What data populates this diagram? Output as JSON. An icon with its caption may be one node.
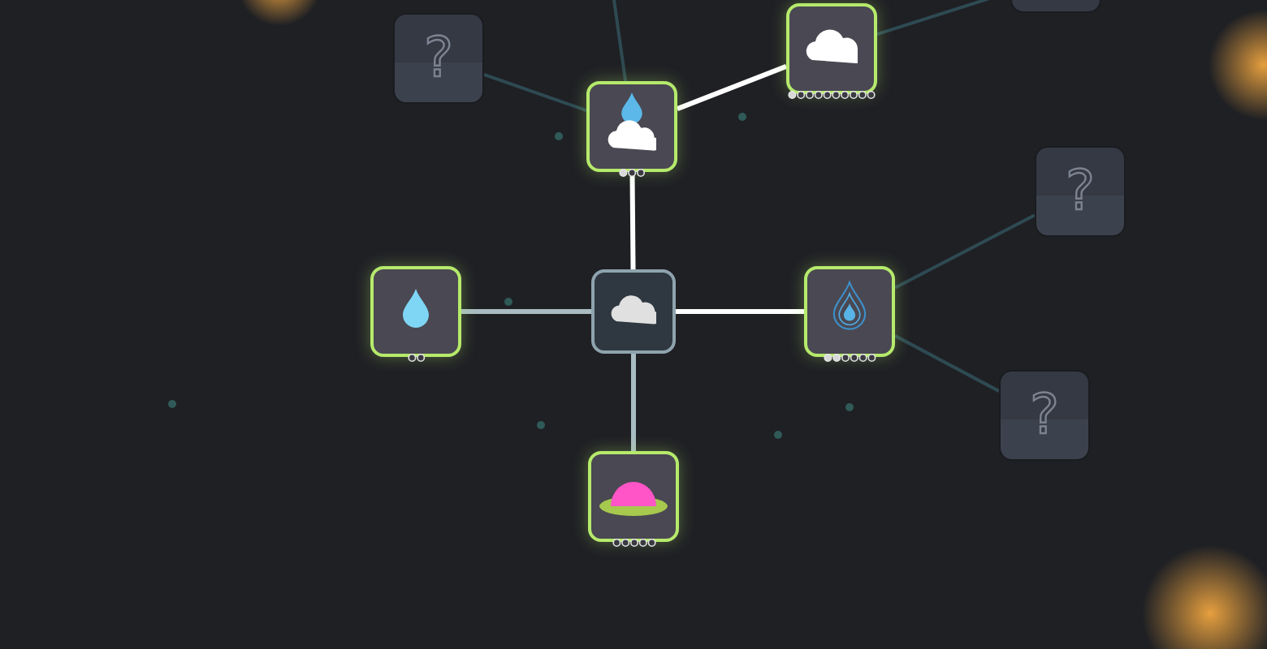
{
  "diagram": {
    "nodes": [
      {
        "text": [],
        "shape": "picture"
      },
      {
        "text": [],
        "shape": "picture"
      },
      {
        "text": [],
        "shape": "picture"
      },
      {
        "text": [],
        "shape": "picture"
      },
      {
        "text": [],
        "shape": "picture"
      },
      {
        "text": [],
        "shape": "picture"
      },
      {
        "text": [
          "?"
        ]
      },
      {
        "text": [
          "?"
        ]
      },
      {
        "text": [
          "?"
        ]
      },
      {
        "text": [],
        "shape": "box"
      }
    ],
    "edges": [
      {
        "from": 0,
        "to": 1,
        "arrow": "none",
        "color": "#ffffff"
      },
      {
        "from": 1,
        "to": 2,
        "arrow": "none",
        "color": "#ffffff"
      },
      {
        "from": 0,
        "to": 3,
        "arrow": "none",
        "color": "#a9bcc2"
      },
      {
        "from": 0,
        "to": 4,
        "arrow": "none",
        "color": "#ffffff"
      },
      {
        "from": 0,
        "to": 5,
        "arrow": "none",
        "color": "#a9bcc2"
      },
      {
        "from": 1,
        "to": 6,
        "arrow": "none"
      },
      {
        "from": 1,
        "to": null,
        "arrow": "none"
      },
      {
        "from": 2,
        "to": 9,
        "arrow": "none"
      },
      {
        "from": 4,
        "to": 7,
        "arrow": "none"
      },
      {
        "from": 4,
        "to": 8,
        "arrow": "none"
      }
    ]
  }
}
